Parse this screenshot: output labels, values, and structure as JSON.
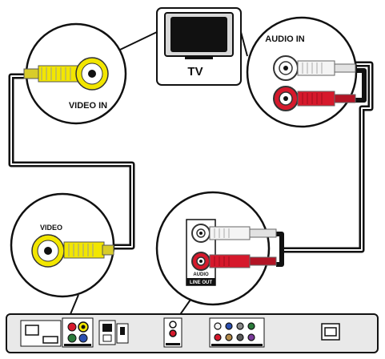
{
  "tv": {
    "label": "TV"
  },
  "tv_video_input": {
    "label": "VIDEO IN"
  },
  "tv_audio_input": {
    "label": "AUDIO IN"
  },
  "player_video_output": {
    "label": "VIDEO"
  },
  "player_audio_output": {
    "label": "AUDIO",
    "sublabel": "LINE OUT"
  },
  "colors": {
    "yellow": "#f2e600",
    "red": "#d6192c",
    "white": "#ffffff",
    "cable": "#111111",
    "device": "#e9e9e9",
    "tv_face": "#d9d9d9"
  }
}
